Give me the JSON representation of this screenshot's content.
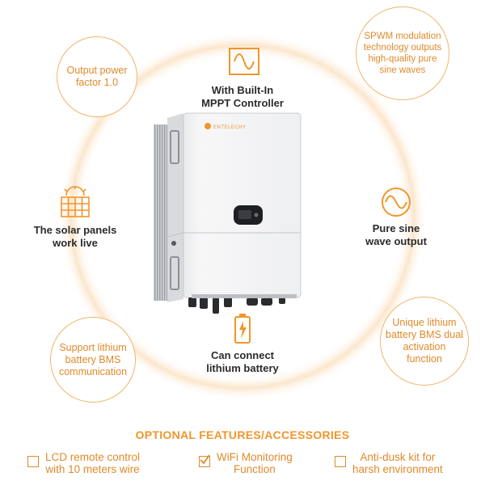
{
  "colors": {
    "accent": "#f0962c",
    "bubble_border": "#f0b46a",
    "text_dark": "#2b2b2b"
  },
  "brand": {
    "name": "ENTELECHY"
  },
  "bubbles": {
    "output_power": "Output power factor 1.0",
    "spwm": "SPWM modulation technology outputs high-quality pure sine waves",
    "bms_comm": "Support lithium battery BMS communication",
    "bms_activation": "Unique lithium battery BMS dual activation function"
  },
  "features": {
    "mppt_line1": "With Built-In",
    "mppt_line2": "MPPT Controller",
    "solar_line1": "The solar panels",
    "solar_line2": "work live",
    "sine_line1": "Pure sine",
    "sine_line2": "wave output",
    "battery_line1": "Can connect",
    "battery_line2": "lithium battery"
  },
  "icons": {
    "mppt": "sine-wave-box-icon",
    "solar": "solar-panel-icon",
    "sine": "sine-wave-circle-icon",
    "battery": "battery-charge-icon"
  },
  "optional": {
    "title": "OPTIONAL FEATURES/ACCESSORIES",
    "items": [
      {
        "line1": "LCD remote control",
        "line2": "with 10 meters wire",
        "checked": false
      },
      {
        "line1": "WiFi Monitoring",
        "line2": "Function",
        "checked": true
      },
      {
        "line1": "Anti-dusk kit for",
        "line2": "harsh environment",
        "checked": false
      }
    ]
  }
}
